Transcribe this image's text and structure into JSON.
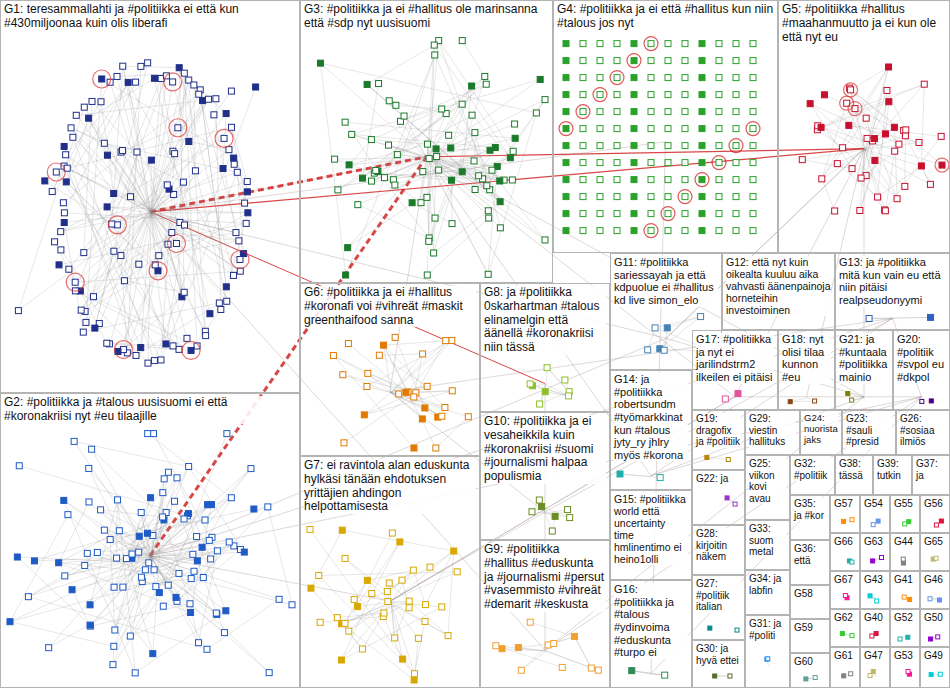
{
  "diagram": {
    "nodes": [
      {
        "text": [
          "G1: teresammallahti ja #politiikka ei että kun #430miljoonaa kuin olis liberafi"
        ]
      },
      {
        "text": [
          "G3: #politiikka ja ei #hallitus ole marinsanna että #sdp nyt uusisuomi"
        ]
      },
      {
        "text": [
          "G4: #politiikka ja ei että #hallitus kun niin #talous jos nyt"
        ]
      },
      {
        "text": [
          "G5: #politiikka #hallitus #maahanmuutto ja ei kun ole että nyt eu"
        ]
      },
      {
        "text": [
          "G2: #politiikka ja #talous uusisuomi ei että #koronakriisi nyt #eu tilaajille"
        ]
      },
      {
        "text": [
          "G6: #politiikka ja ei #hallitus #koronafi voi #vihreät #maskit greenthaifood sanna"
        ]
      },
      {
        "text": [
          "G7: ei ravintola alan eduskunta hylkäsi tänään ehdotuksen yrittäjien ahdingon helpottamisesta"
        ]
      },
      {
        "text": [
          "G8: ja #politiikka 0skarhartman #talous elinamelgin että äänellä #koronakriisi niin tässä"
        ]
      },
      {
        "text": [
          "G10: #politiikka ja ei vesaheikkila kuin #koronakriisi #suomi #journalismi halpaa populismia"
        ]
      },
      {
        "text": [
          "G9: #politiikka #hallitus #eduskunta ja #journalismi #persut #vasemmisto #vihreät #demarit #keskusta"
        ]
      },
      {
        "text": [
          "G11: #politiikka sariessayah ja että kdpuolue ei #hallitus kd live simon_elo"
        ]
      },
      {
        "text": [
          "G12: että nyt kuin oikealta kuuluu aika vahvasti äänenpainoja horneteihin investoiminen"
        ]
      },
      {
        "text": [
          "G13: ja #politiikka mitä kun vain eu että niin pitäisi realpseudonyymi"
        ]
      },
      {
        "text": [
          "G14: ja #politiikka robertsundm #työmarkkinat kun #talous jyty_ry jhlry myös #korona"
        ]
      },
      {
        "text": [
          "G17: #politiikka ja nyt ei jarilindstrm2 ilkeilen ei pitäisi"
        ]
      },
      {
        "text": [
          "G18: nyt olisi tilaa kunnon #eu"
        ]
      },
      {
        "text": [
          "G21: ja #kuntaala #politiikka mainio"
        ]
      },
      {
        "text": [
          "G20: #politiik #svpol eu #dkpol"
        ]
      },
      {
        "text": [
          "G15: #politiikka world että uncertainty time hmlinentimo ei heino1olli"
        ]
      },
      {
        "text": [
          "G16: #politiikka ja #talous #ydinvoima #eduskunta #turpo ei"
        ]
      },
      {
        "text": [
          "G19: dragofix ja #politiik"
        ]
      },
      {
        "text": [
          "G22: ja"
        ]
      },
      {
        "text": [
          "G28: kirjoitin näkem"
        ]
      },
      {
        "text": [
          "G27: #politiik italian"
        ]
      },
      {
        "text": [
          "G30: ja hyvä ettei"
        ]
      },
      {
        "text": [
          "G29: viestin hallituks"
        ]
      },
      {
        "text": [
          "G24: nuorista jaks"
        ]
      },
      {
        "text": [
          "G23: #sauli #presid"
        ]
      },
      {
        "text": [
          "G26: #sosiaa ilmiös"
        ]
      },
      {
        "text": [
          "G25: viikon kovi avau"
        ]
      },
      {
        "text": [
          "G32: #politiik"
        ]
      },
      {
        "text": [
          "G38: tässä"
        ]
      },
      {
        "text": [
          "G39: tutkin"
        ]
      },
      {
        "text": [
          "G37: ja"
        ]
      },
      {
        "text": [
          "G33: suom metal"
        ]
      },
      {
        "text": [
          "G34: ja labfin"
        ]
      },
      {
        "text": [
          "G31: ja #politi"
        ]
      },
      {
        "text": [
          "G35: ja #kor"
        ]
      },
      {
        "text": [
          "G36: että"
        ]
      },
      {
        "text": [
          "G58"
        ]
      },
      {
        "text": [
          "G59"
        ]
      },
      {
        "text": [
          "G60"
        ]
      },
      {
        "text": [
          "G57"
        ]
      },
      {
        "text": [
          "G54"
        ]
      },
      {
        "text": [
          "G55"
        ]
      },
      {
        "text": [
          "G56"
        ]
      },
      {
        "text": [
          "G66"
        ]
      },
      {
        "text": [
          "G63"
        ]
      },
      {
        "text": [
          "G44"
        ]
      },
      {
        "text": [
          "G65"
        ]
      },
      {
        "text": [
          "G67"
        ]
      },
      {
        "text": [
          "G43"
        ]
      },
      {
        "text": [
          "G41"
        ]
      },
      {
        "text": [
          "G46"
        ]
      },
      {
        "text": [
          "G62"
        ]
      },
      {
        "text": [
          "G40"
        ]
      },
      {
        "text": [
          "G52"
        ]
      },
      {
        "text": [
          "G50"
        ]
      },
      {
        "text": [
          "G61"
        ]
      },
      {
        "text": [
          "G47"
        ]
      },
      {
        "text": [
          "G53"
        ]
      },
      {
        "text": [
          "G49"
        ]
      }
    ]
  }
}
